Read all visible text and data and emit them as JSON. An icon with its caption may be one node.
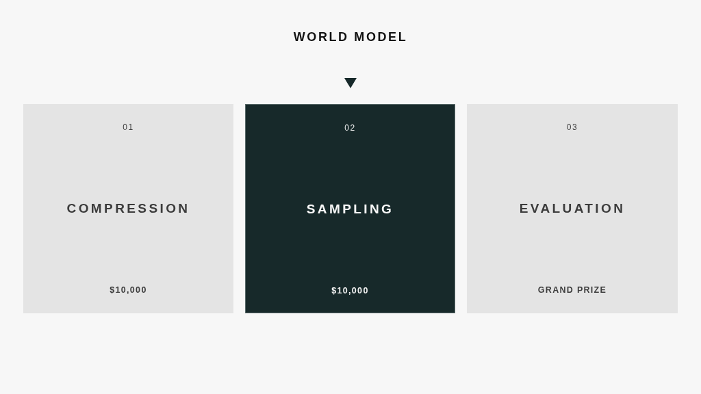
{
  "diagram": {
    "title": "WORLD MODEL",
    "nodes": [
      {
        "text": [
          "01",
          "COMPRESSION",
          "$10,000"
        ]
      },
      {
        "text": [
          "02",
          "SAMPLING",
          "$10,000"
        ]
      },
      {
        "text": [
          "03",
          "EVALUATION",
          "GRAND PRIZE"
        ]
      }
    ]
  }
}
